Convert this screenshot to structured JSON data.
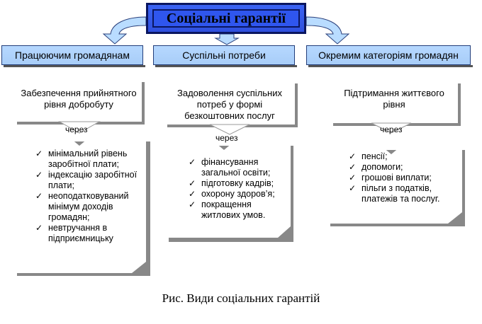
{
  "title": "Соціальні гарантії",
  "columns": [
    {
      "header": "Працюючим громадянам",
      "description": "Забезпечення прийнятного рівня добробуту",
      "via": "через",
      "items": [
        "мінімальний рівень заробітної плати;",
        "індексацію заробітної плати;",
        "неоподатковуваний мінімум доходів громадян;",
        "невтручання в підприємницьку"
      ]
    },
    {
      "header": "Суспільні потреби",
      "description": "Задоволення суспільних потреб у формі безкоштовних послуг",
      "via": "через",
      "items": [
        "фінансування загальної освіти;",
        "підготовку кадрів;",
        "охорону здоров’я;",
        "покращення житлових умов."
      ]
    },
    {
      "header": "Окремим категоріям громадян",
      "description": "Підтримання життєвого рівня",
      "via": "через",
      "items": [
        "пенсії;",
        "допомоги;",
        "грошові виплати;",
        "пільги з податків, платежів та послуг."
      ]
    }
  ],
  "caption": "Рис. Види соціальних гарантій",
  "colors": {
    "title_fill": "#2f56ee",
    "header_fill": "#b6d8ff",
    "arrow_fill": "#b9dcff",
    "outline": "#0a1660"
  }
}
